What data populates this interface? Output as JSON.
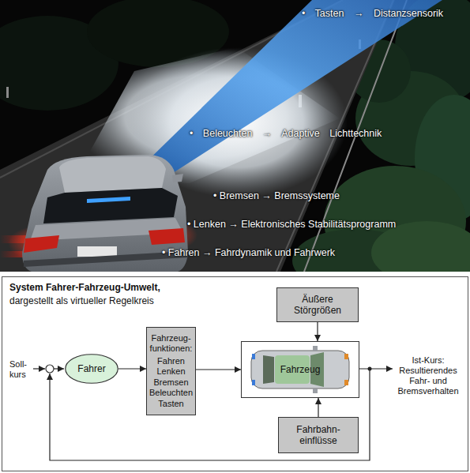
{
  "diagram": {
    "title": "System Fahrer-Fahrzeug-Umwelt, dargestellt als virtueller Regelkreis",
    "nodes": [
      {
        "text": [
          "Fahrer"
        ]
      },
      {
        "text": [
          "Fahrzeug- funktionen:",
          "Fahren",
          "Lenken",
          "Bremsen",
          "Beleuchten",
          "Tasten"
        ]
      },
      {
        "text": [
          "Äußere Störgrößen"
        ]
      },
      {
        "text": [
          "Fahrzeug"
        ]
      },
      {
        "text": [
          "Fahrbahn- einflüsse"
        ]
      }
    ],
    "edges": [
      {
        "from": 0,
        "to": 1,
        "arrow": "to"
      },
      {
        "from": 1,
        "to": 3,
        "arrow": "to"
      },
      {
        "from": 2,
        "to": 3,
        "arrow": "to"
      },
      {
        "from": 4,
        "to": 3,
        "arrow": "to"
      }
    ],
    "labels": [
      "• Tasten → Distanzsensorik",
      "• Beleuchten → Adaptive Lichttechnik",
      "• Bremsen → Bremssysteme",
      "• Lenken → Elektronisches Stabilitätsprogramm",
      "• Fahren → Fahrdynamik und Fahrwerk",
      "Soll- kurs",
      "Ist-Kurs: Resultierendes Fahr- und Bremsverhalten"
    ]
  }
}
